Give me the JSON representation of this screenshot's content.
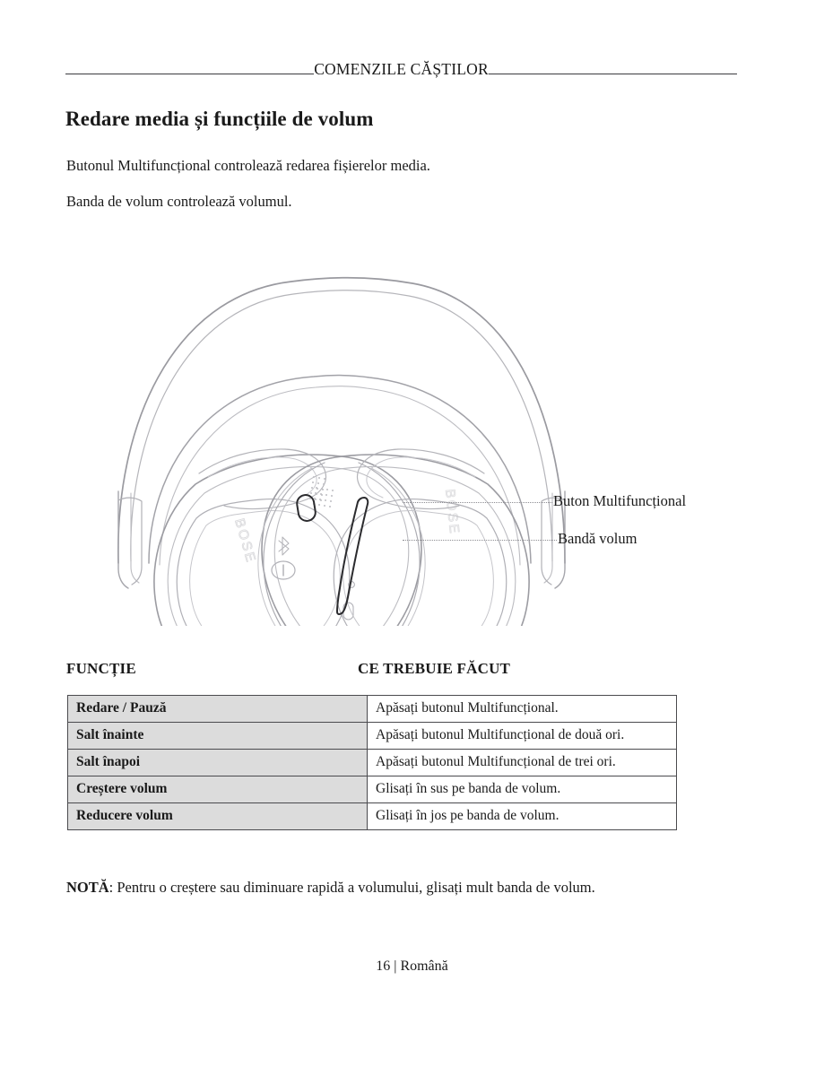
{
  "header": {
    "running_title": "COMENZILE CĂȘTILOR"
  },
  "section": {
    "heading": "Redare media și funcțiile de volum",
    "paragraph_1": "Butonul Multifuncțional controlează redarea fișierelor media.",
    "paragraph_2": "Banda de volum controlează volumul."
  },
  "illustration": {
    "alt": "Căști Bose văzute din față cu butoanele evidențiate",
    "brand_mark": "BOSE",
    "callouts": [
      {
        "id": "multifunction-button",
        "label": "Buton Multifuncțional"
      },
      {
        "id": "volume-strip",
        "label": "Bandă volum"
      }
    ]
  },
  "table": {
    "columns": [
      "FUNCȚIE",
      "CE TREBUIE FĂCUT"
    ],
    "rows": [
      {
        "func": "Redare / Pauză",
        "action": "Apăsați butonul Multifuncțional."
      },
      {
        "func": "Salt înainte",
        "action": "Apăsați butonul Multifuncțional de două ori."
      },
      {
        "func": "Salt înapoi",
        "action": "Apăsați butonul Multifuncțional de trei ori."
      },
      {
        "func": "Creștere volum",
        "action": "Glisați în sus pe banda de volum."
      },
      {
        "func": "Reducere volum",
        "action": "Glisați în jos pe banda de volum."
      }
    ]
  },
  "note": {
    "label": "NOTĂ",
    "text": ": Pentru o creștere sau diminuare rapidă a volumului, glisați mult banda de volum."
  },
  "footer": {
    "text": "16 | Română"
  },
  "colors": {
    "rule": "#3b3b3f",
    "table_border": "#4a4a4e",
    "row_header_fill": "#dcdcdc",
    "leader_line": "#8d8d92",
    "illustration_line": "#a9a9ae",
    "illustration_accent": "#2b2b2e",
    "text": "#1a1a1a"
  }
}
